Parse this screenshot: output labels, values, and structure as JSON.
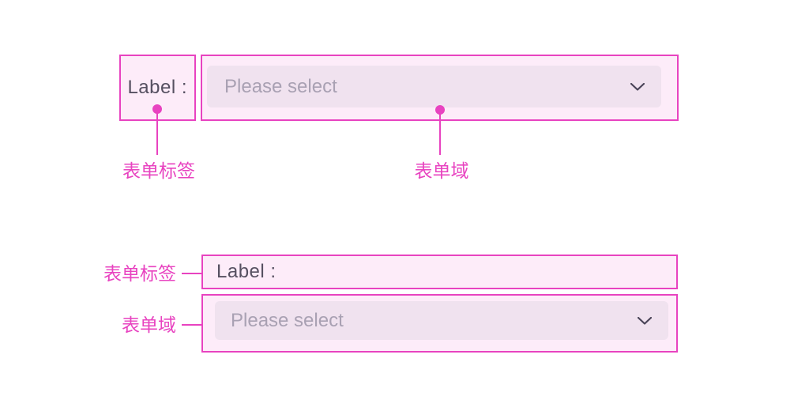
{
  "colors": {
    "accent": "#e843c0",
    "box_fill": "#fdecf9",
    "control_fill": "#f0e2ef",
    "label_text": "#565061",
    "placeholder_text": "#a9a1b3",
    "chevron": "#4a4458",
    "background": "#ffffff"
  },
  "horizontal_form": {
    "label": "Label :",
    "select_placeholder": "Please select",
    "annotations": {
      "label_callout": "表单标签",
      "field_callout": "表单域"
    }
  },
  "vertical_form": {
    "label": "Label :",
    "select_placeholder": "Please select",
    "annotations": {
      "label_callout": "表单标签",
      "field_callout": "表单域"
    }
  }
}
